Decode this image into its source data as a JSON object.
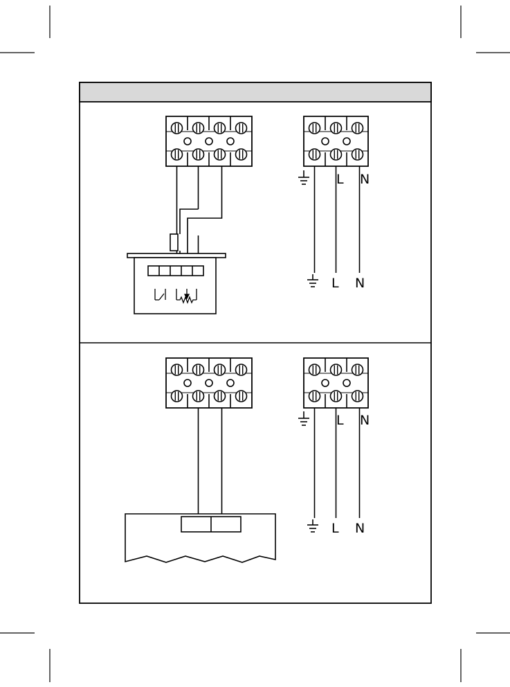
{
  "header": {
    "title": ""
  },
  "colors": {
    "stroke": "#000000",
    "header_fill": "#d9d9d9",
    "background": "#ffffff"
  },
  "labels": {
    "live": "L",
    "neutral": "N"
  },
  "icons": {
    "earth": "earth-ground-icon",
    "screw": "terminal-screw-icon",
    "variable_resistor": "potentiometer-icon",
    "switch": "switch-icon"
  },
  "panels": [
    {
      "name": "diagram-1",
      "left_block_terminals": 4,
      "right_block_terminals": 3
    },
    {
      "name": "diagram-2",
      "left_block_terminals": 4,
      "right_block_terminals": 3
    }
  ]
}
